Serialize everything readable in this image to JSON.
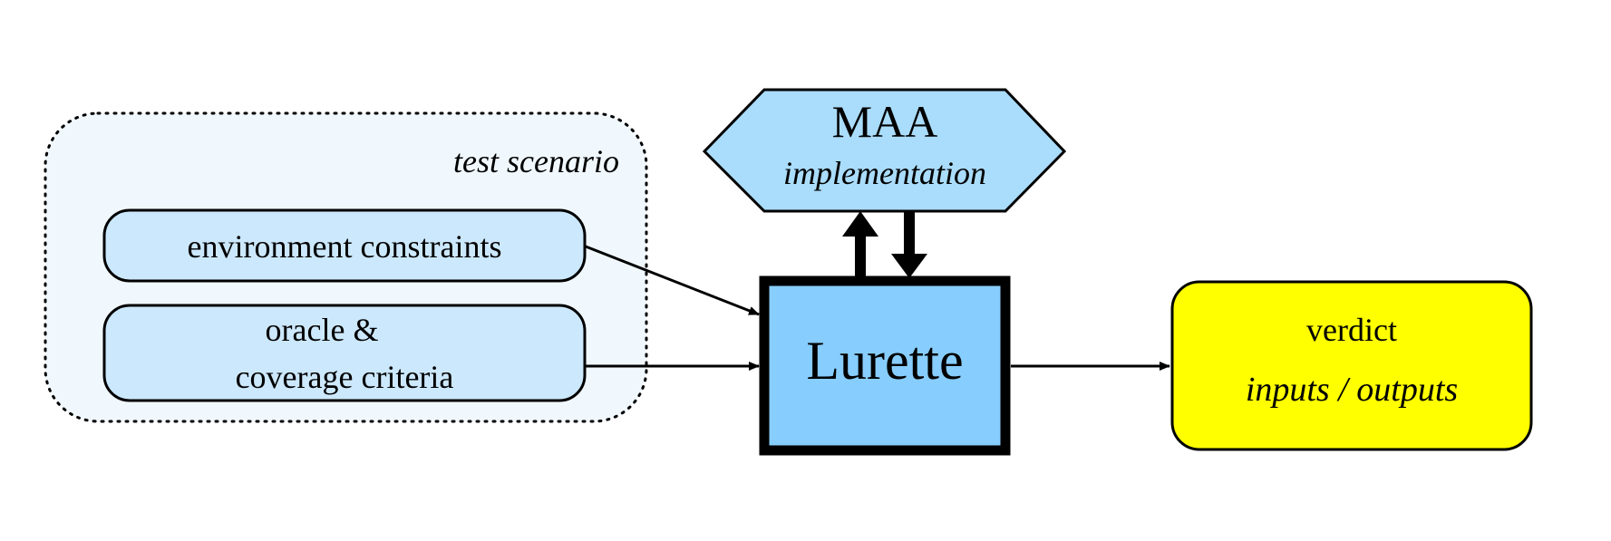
{
  "group": {
    "label": "test scenario"
  },
  "nodes": {
    "env": {
      "label": "environment constraints"
    },
    "oracle": {
      "line1": "oracle &",
      "line2": "coverage criteria"
    },
    "maa": {
      "title": "MAA",
      "subtitle": "implementation"
    },
    "lurette": {
      "label": "Lurette"
    },
    "verdict": {
      "title": "verdict",
      "subtitle": "inputs / outputs"
    }
  },
  "colors": {
    "group_fill": "#f0f8fe",
    "input_fill": "#cce8fc",
    "maa_fill": "#aadcfb",
    "lurette_fill": "#87cdfd",
    "verdict_fill": "#ffff00",
    "stroke": "#000000"
  },
  "edges": [
    {
      "from": "environment constraints",
      "to": "Lurette"
    },
    {
      "from": "oracle & coverage criteria",
      "to": "Lurette"
    },
    {
      "from": "Lurette",
      "to": "MAA"
    },
    {
      "from": "MAA",
      "to": "Lurette"
    },
    {
      "from": "Lurette",
      "to": "verdict"
    }
  ]
}
